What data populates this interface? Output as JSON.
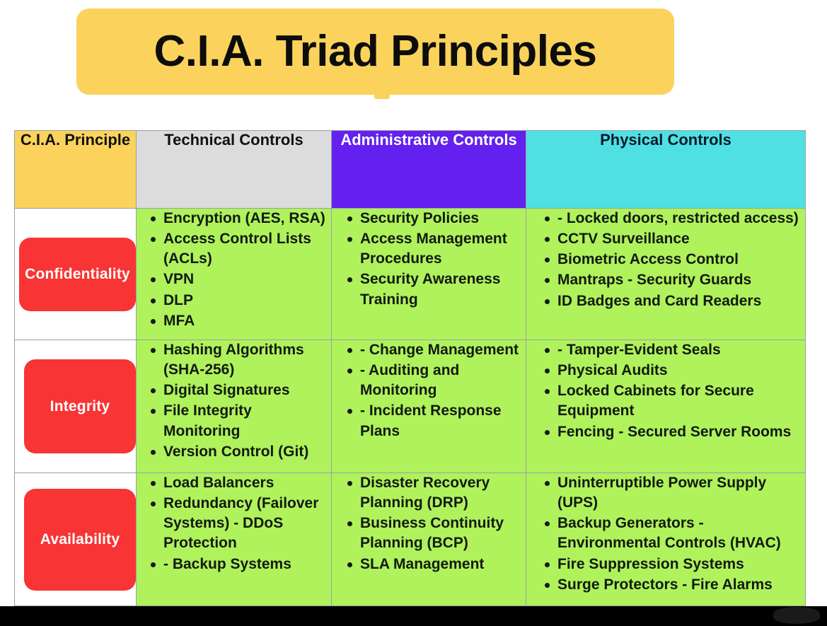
{
  "title": {
    "text": "C.I.A. Triad Principles"
  },
  "colors": {
    "title_background": "#FBD35C",
    "header_principle": "#FBD35C",
    "header_technical": "#DCDCDC",
    "header_administrative": "#6320EE",
    "header_physical": "#4FE0E3",
    "cell_green": "#B0F25C",
    "badge_red": "#F83434"
  },
  "table": {
    "headers": [
      {
        "label": "C.I.A. Principle"
      },
      {
        "label": "Technical Controls"
      },
      {
        "label": "Administrative Controls"
      },
      {
        "label": "Physical Controls"
      }
    ],
    "rows": [
      {
        "principle": "Confidentiality",
        "technical": [
          "Encryption (AES, RSA)",
          "Access Control Lists (ACLs)",
          "VPN",
          "DLP",
          "MFA"
        ],
        "administrative": [
          "Security Policies",
          "Access Management Procedures",
          "Security Awareness Training"
        ],
        "physical": [
          "- Locked doors, restricted access)",
          " CCTV Surveillance",
          "Biometric Access Control",
          "Mantraps - Security Guards",
          "ID Badges and Card Readers"
        ]
      },
      {
        "principle": "Integrity",
        "technical": [
          "Hashing Algorithms (SHA-256)",
          "Digital Signatures",
          "File Integrity Monitoring",
          "Version Control (Git)"
        ],
        "administrative": [
          "- Change Management",
          "- Auditing and Monitoring",
          "- Incident Response Plans"
        ],
        "physical": [
          "- Tamper-Evident Seals",
          "Physical Audits",
          "Locked Cabinets for Secure Equipment",
          "Fencing - Secured Server Rooms"
        ]
      },
      {
        "principle": "Availability",
        "technical": [
          "Load Balancers",
          "Redundancy (Failover Systems) - DDoS Protection",
          "- Backup Systems"
        ],
        "administrative": [
          "Disaster Recovery Planning (DRP)",
          "Business Continuity Planning (BCP)",
          "SLA Management"
        ],
        "physical": [
          "Uninterruptible Power Supply (UPS)",
          "Backup Generators - Environmental Controls (HVAC)",
          "Fire Suppression Systems",
          "Surge Protectors - Fire Alarms"
        ]
      }
    ]
  },
  "watermark": {
    "text": "",
    "name": "corner-watermark"
  }
}
